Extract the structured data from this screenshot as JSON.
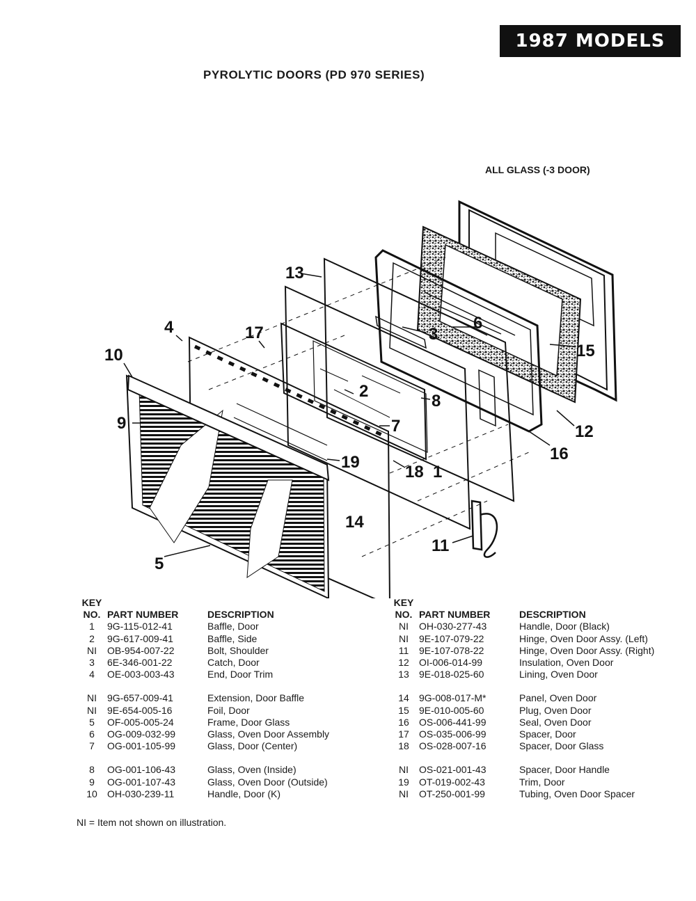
{
  "banner": "1987 MODELS",
  "title": "PYROLYTIC DOORS (PD 970 SERIES)",
  "subtitle": "ALL GLASS (-3 DOOR)",
  "callouts": [
    "13",
    "4",
    "17",
    "10",
    "9",
    "3",
    "6",
    "15",
    "2",
    "8",
    "7",
    "12",
    "16",
    "19",
    "18",
    "1",
    "14",
    "11",
    "5"
  ],
  "table_headers": {
    "key_line1": "KEY",
    "key_line2": "NO.",
    "part_number": "PART NUMBER",
    "description": "DESCRIPTION"
  },
  "parts_left": [
    [
      {
        "key": "1",
        "part": "9G-115-012-41",
        "desc": "Baffle, Door"
      },
      {
        "key": "2",
        "part": "9G-617-009-41",
        "desc": "Baffle, Side"
      },
      {
        "key": "NI",
        "part": "OB-954-007-22",
        "desc": "Bolt, Shoulder"
      },
      {
        "key": "3",
        "part": "6E-346-001-22",
        "desc": "Catch, Door"
      },
      {
        "key": "4",
        "part": "OE-003-003-43",
        "desc": "End, Door Trim"
      }
    ],
    [
      {
        "key": "NI",
        "part": "9G-657-009-41",
        "desc": "Extension, Door Baffle"
      },
      {
        "key": "NI",
        "part": "9E-654-005-16",
        "desc": "Foil, Door"
      },
      {
        "key": "5",
        "part": "OF-005-005-24",
        "desc": "Frame, Door Glass"
      },
      {
        "key": "6",
        "part": "OG-009-032-99",
        "desc": "Glass, Oven Door Assembly"
      },
      {
        "key": "7",
        "part": "OG-001-105-99",
        "desc": "Glass, Door (Center)"
      }
    ],
    [
      {
        "key": "8",
        "part": "OG-001-106-43",
        "desc": "Glass, Oven (Inside)"
      },
      {
        "key": "9",
        "part": "OG-001-107-43",
        "desc": "Glass, Oven Door (Outside)"
      },
      {
        "key": "10",
        "part": "OH-030-239-11",
        "desc": "Handle, Door (K)"
      }
    ]
  ],
  "parts_right": [
    [
      {
        "key": "NI",
        "part": "OH-030-277-43",
        "desc": "Handle, Door (Black)"
      },
      {
        "key": "NI",
        "part": "9E-107-079-22",
        "desc": "Hinge, Oven Door Assy. (Left)"
      },
      {
        "key": "11",
        "part": "9E-107-078-22",
        "desc": "Hinge, Oven Door Assy. (Right)"
      },
      {
        "key": "12",
        "part": "OI-006-014-99",
        "desc": "Insulation, Oven Door"
      },
      {
        "key": "13",
        "part": "9E-018-025-60",
        "desc": "Lining, Oven Door"
      }
    ],
    [
      {
        "key": "14",
        "part": "9G-008-017-M*",
        "desc": "Panel, Oven Door"
      },
      {
        "key": "15",
        "part": "9E-010-005-60",
        "desc": "Plug, Oven Door"
      },
      {
        "key": "16",
        "part": "OS-006-441-99",
        "desc": "Seal, Oven Door"
      },
      {
        "key": "17",
        "part": "OS-035-006-99",
        "desc": "Spacer, Door"
      },
      {
        "key": "18",
        "part": "OS-028-007-16",
        "desc": "Spacer, Door Glass"
      }
    ],
    [
      {
        "key": "NI",
        "part": "OS-021-001-43",
        "desc": "Spacer, Door Handle"
      },
      {
        "key": "19",
        "part": "OT-019-002-43",
        "desc": "Trim, Door"
      },
      {
        "key": "NI",
        "part": "OT-250-001-99",
        "desc": "Tubing, Oven Door Spacer"
      }
    ]
  ],
  "footnote": "NI = Item not shown on illustration."
}
